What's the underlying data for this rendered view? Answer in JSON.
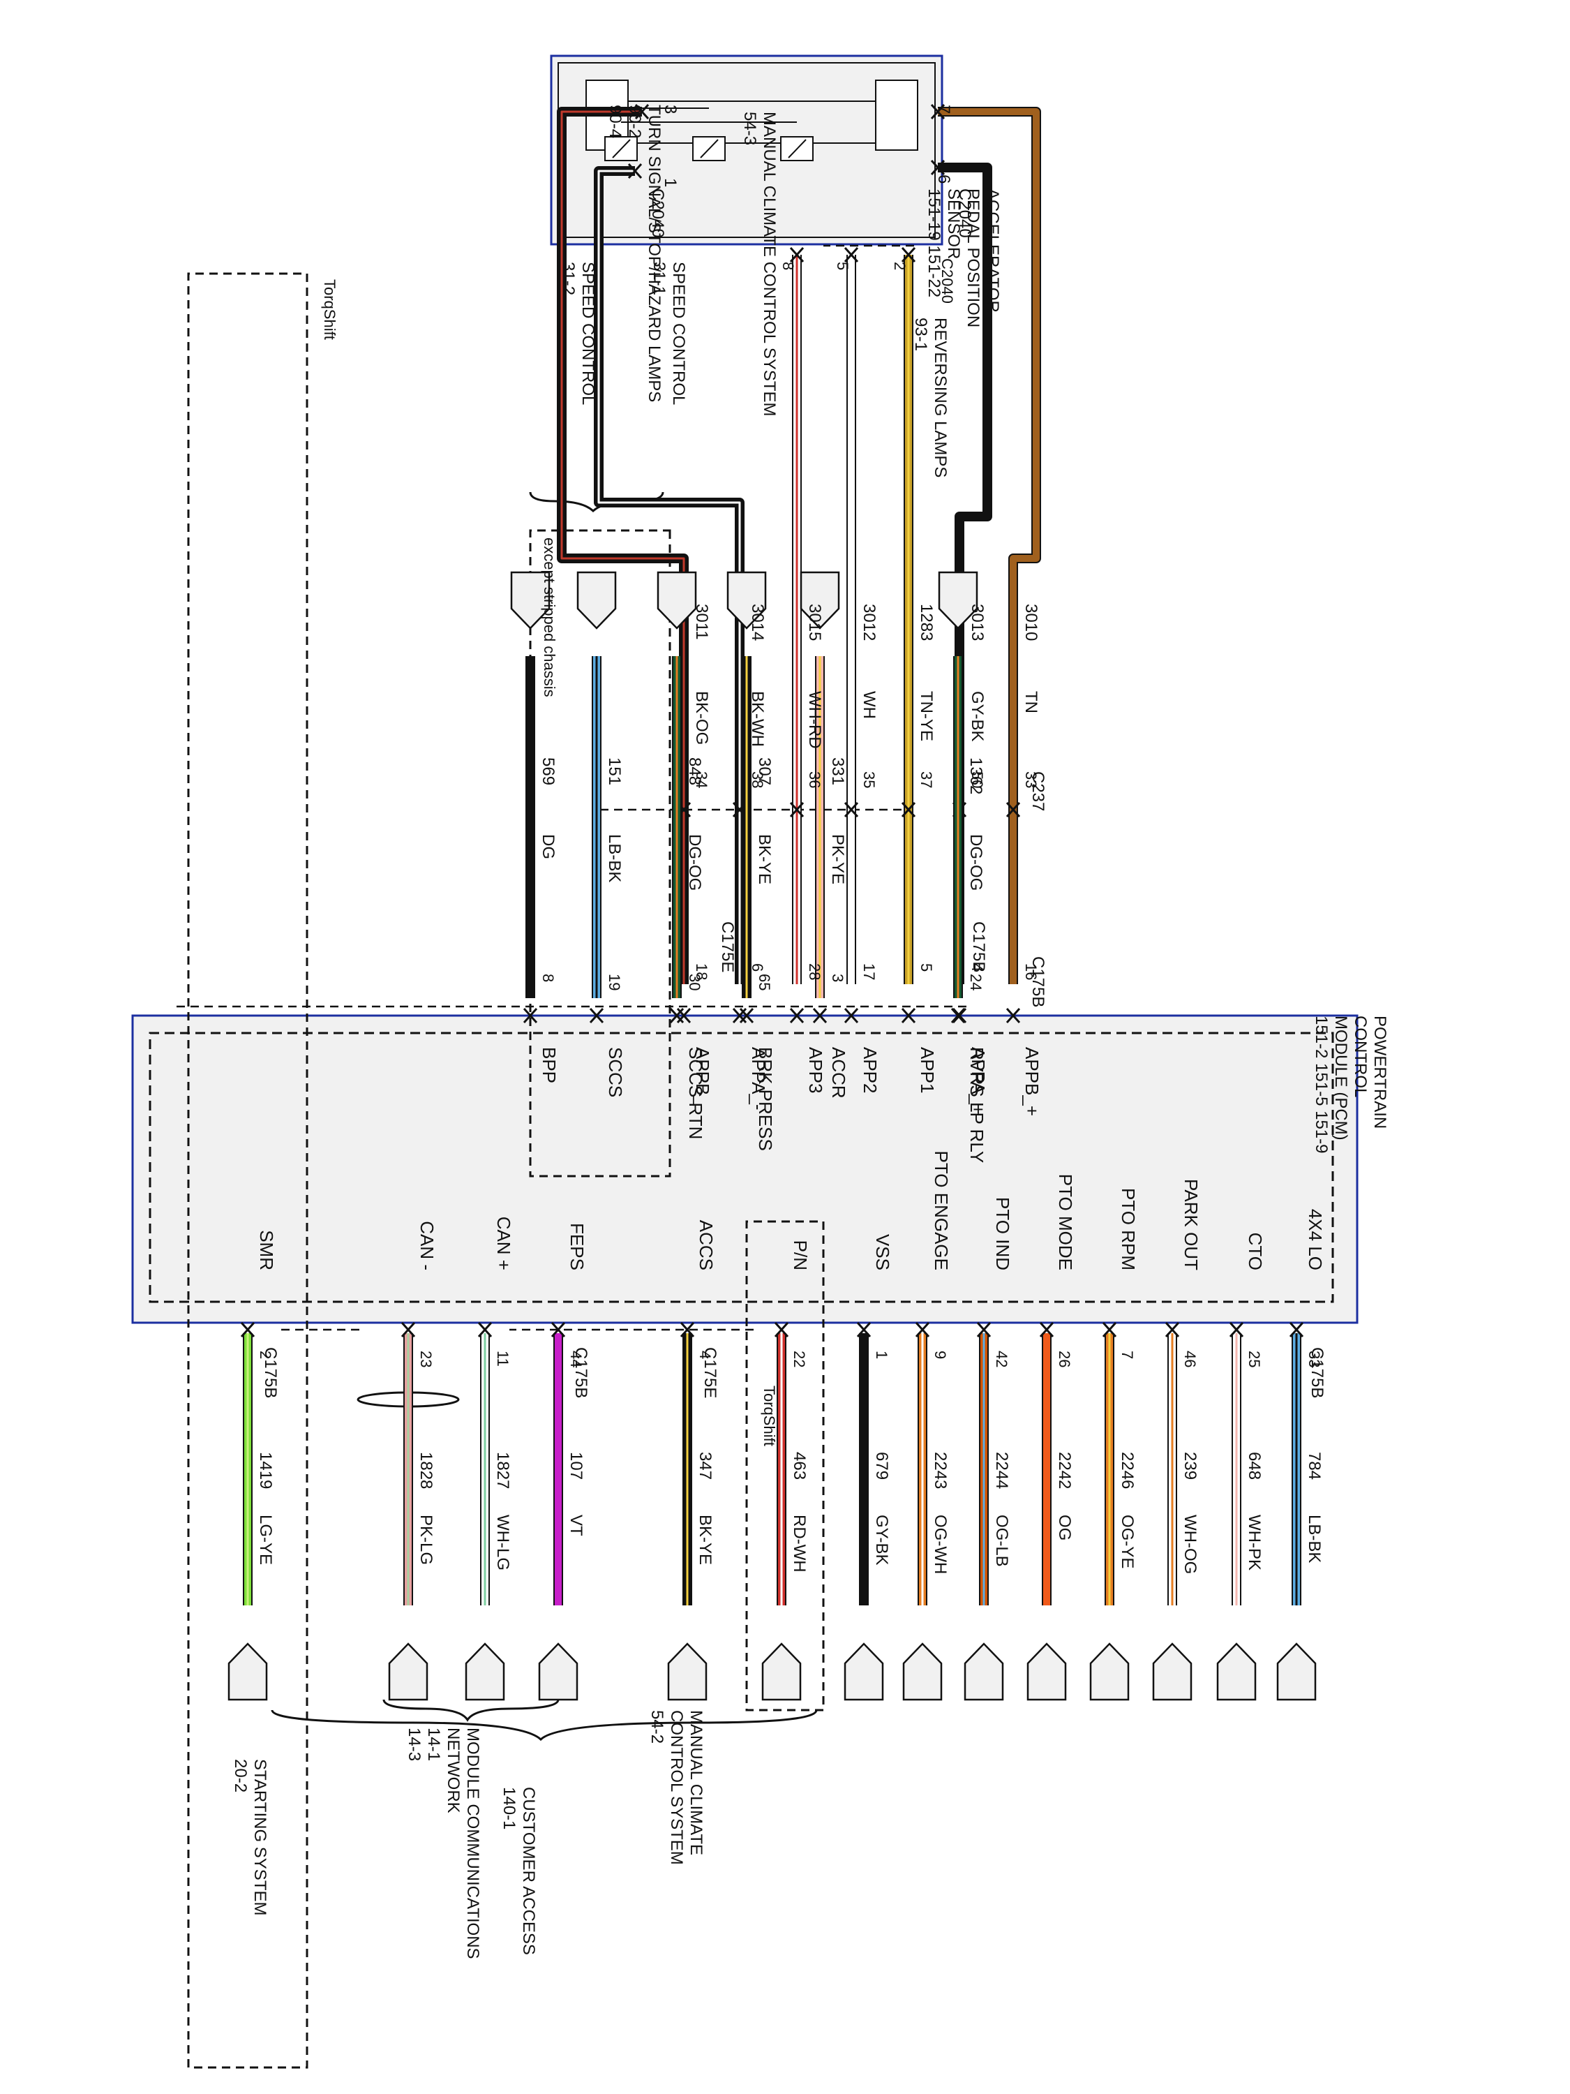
{
  "sensor": {
    "title_lines": [
      "ACCELERATOR",
      "PEDAL POSITION",
      "SENSOR",
      "151-19  151-22"
    ],
    "connector": "C2040",
    "pins_top": [
      {
        "n": "3",
        "circuit": "3011",
        "color_code": "BK-OG",
        "c237": "34",
        "c175b": "18",
        "pcm": "APPB_-",
        "c1": "#111111",
        "c2": "#c0392b"
      },
      {
        "n": "1",
        "circuit": "3014",
        "color_code": "BK-WH",
        "c237": "38",
        "c175b": "6",
        "pcm": "APPA_-",
        "c1": "#111111",
        "c2": "#ffffff"
      },
      {
        "n": "8",
        "circuit": "3015",
        "color_code": "WH-RD",
        "c237": "36",
        "c175b": "28",
        "pcm": "APP3",
        "c1": "#ffffff",
        "c2": "#d0312d"
      },
      {
        "n": "5",
        "circuit": "3012",
        "color_code": "WH",
        "c237": "35",
        "c175b": "17",
        "pcm": "APP2",
        "c1": "#ffffff",
        "c2": "#ffffff"
      },
      {
        "n": "2",
        "circuit": "1283",
        "color_code": "TN-YE",
        "c237": "37",
        "c175b": "5",
        "pcm": "APP1",
        "c1": "#c9a227",
        "c2": "#f4d03f"
      },
      {
        "n": "6",
        "circuit": "3013",
        "color_code": "GY-BK",
        "c237": "50",
        "c175b": "4",
        "pcm": "APPA_+",
        "c1": "#111111",
        "c2": "#111111"
      },
      {
        "n": "7",
        "circuit": "3010",
        "color_code": "TN",
        "c237": "33",
        "c175b": "16",
        "pcm": "APPB_+",
        "c1": "#a0601e",
        "c2": "#a0601e"
      }
    ]
  },
  "top_left_labels": {
    "turn_signal": [
      "TURN SIGNAL/STOP/HAZARD LAMPS",
      "90-2",
      "90-4"
    ],
    "c237": "C237",
    "c175b": "C175B"
  },
  "pcm": {
    "title_lines": [
      "POWERTRAIN",
      "CONTROL",
      "MODULE (PCM)",
      "151-2   151-5   151-9"
    ]
  },
  "left_circuits": [
    {
      "circuit": "569",
      "color_code": "DG",
      "pin": "8",
      "pcm": "BPP",
      "c1": "#111111",
      "c2": "#111111"
    },
    {
      "circuit": "151",
      "color_code": "LB-BK",
      "pin": "19",
      "pcm": "SCCS",
      "c1": "#5dade2",
      "c2": "#111111"
    },
    {
      "circuit": "848",
      "color_code": "DG-OG",
      "pin": "30",
      "pcm": "SCCS RTN",
      "c1": "#145a32",
      "c2": "#e67e22"
    },
    {
      "circuit": "307",
      "color_code": "BK-YE",
      "pin": "65",
      "pcm": "BRK PRESS",
      "c1": "#111111",
      "c2": "#f4d03f"
    },
    {
      "circuit": "331",
      "color_code": "PK-YE",
      "pin": "3",
      "pcm": "ACCR",
      "c1": "#f5b7b1",
      "c2": "#f4d03f"
    },
    {
      "circuit": "1362",
      "color_code": "DG-OG",
      "pin": "24",
      "pcm": "RVRS LP RLY",
      "c1": "#145a32",
      "c2": "#e67e22"
    }
  ],
  "left_labels": {
    "except_stripped": "except stripped chassis",
    "speed_control_a": [
      "SPEED CONTROL",
      "31-2"
    ],
    "speed_control_b": [
      "SPEED CONTROL",
      "31-1"
    ],
    "manual_climate": [
      "MANUAL CLIMATE CONTROL SYSTEM",
      "54-3"
    ],
    "reversing": [
      "REVERSING LAMPS",
      "93-1"
    ],
    "torqshift": "TorqShift",
    "c175e": "C175E",
    "c175b": "C175B"
  },
  "bottom_circuits": [
    {
      "circuit": "784",
      "color_code": "LB-BK",
      "pin": "33",
      "pcm": "4X4 LO",
      "c1": "#5dade2",
      "c2": "#111111"
    },
    {
      "circuit": "648",
      "color_code": "WH-PK",
      "pin": "25",
      "pcm": "CTO",
      "c1": "#ffffff",
      "c2": "#f5b7b1"
    },
    {
      "circuit": "239",
      "color_code": "WH-OG",
      "pin": "46",
      "pcm": "PARK OUT",
      "c1": "#ffffff",
      "c2": "#e67e22"
    },
    {
      "circuit": "2246",
      "color_code": "OG-YE",
      "pin": "7",
      "pcm": "PTO RPM",
      "c1": "#e67e22",
      "c2": "#f4d03f"
    },
    {
      "circuit": "2242",
      "color_code": "OG",
      "pin": "26",
      "pcm": "PTO MODE",
      "c1": "#f05a1a",
      "c2": "#f05a1a"
    },
    {
      "circuit": "2244",
      "color_code": "OG-LB",
      "pin": "42",
      "pcm": "PTO IND",
      "c1": "#d35400",
      "c2": "#5dade2"
    },
    {
      "circuit": "2243",
      "color_code": "OG-WH",
      "pin": "9",
      "pcm": "PTO ENGAGE",
      "c1": "#e67e22",
      "c2": "#ffffff"
    },
    {
      "circuit": "679",
      "color_code": "GY-BK",
      "pin": "1",
      "pcm": "VSS",
      "c1": "#111111",
      "c2": "#111111"
    },
    {
      "circuit": "463",
      "color_code": "RD-WH",
      "pin": "22",
      "pcm": "P/N",
      "c1": "#d0312d",
      "c2": "#ffffff"
    },
    {
      "circuit": "347",
      "color_code": "BK-YE",
      "pin": "4",
      "pcm": "ACCS",
      "c1": "#111111",
      "c2": "#f4d03f"
    },
    {
      "circuit": "107",
      "color_code": "VT",
      "pin": "44",
      "pcm": "FEPS",
      "c1": "#c71fc9",
      "c2": "#c71fc9"
    },
    {
      "circuit": "1827",
      "color_code": "WH-LG",
      "pin": "11",
      "pcm": "CAN +",
      "c1": "#ffffff",
      "c2": "#7dcea0"
    },
    {
      "circuit": "1828",
      "color_code": "PK-LG",
      "pin": "23",
      "pcm": "CAN -",
      "c1": "#e8a0a0",
      "c2": "#a9cfa0"
    },
    {
      "circuit": "1419",
      "color_code": "LG-YE",
      "pin": "2",
      "pcm": "SMR",
      "c1": "#7ee03a",
      "c2": "#c9f27a"
    }
  ],
  "bottom_labels": {
    "c175b_a": "C175B",
    "c175b_b": "C175B",
    "c175b_c": "C175B",
    "c175e": "C175E",
    "torqshift": "TorqShift",
    "customer_access": [
      "CUSTOMER ACCESS",
      "140-1"
    ],
    "manual_climate": [
      "MANUAL CLIMATE",
      "CONTROL SYSTEM",
      "54-2"
    ],
    "module_comm": [
      "MODULE COMMUNICATIONS",
      "NETWORK",
      "14-1",
      "14-3"
    ],
    "starting": [
      "STARTING SYSTEM",
      "20-2"
    ]
  }
}
